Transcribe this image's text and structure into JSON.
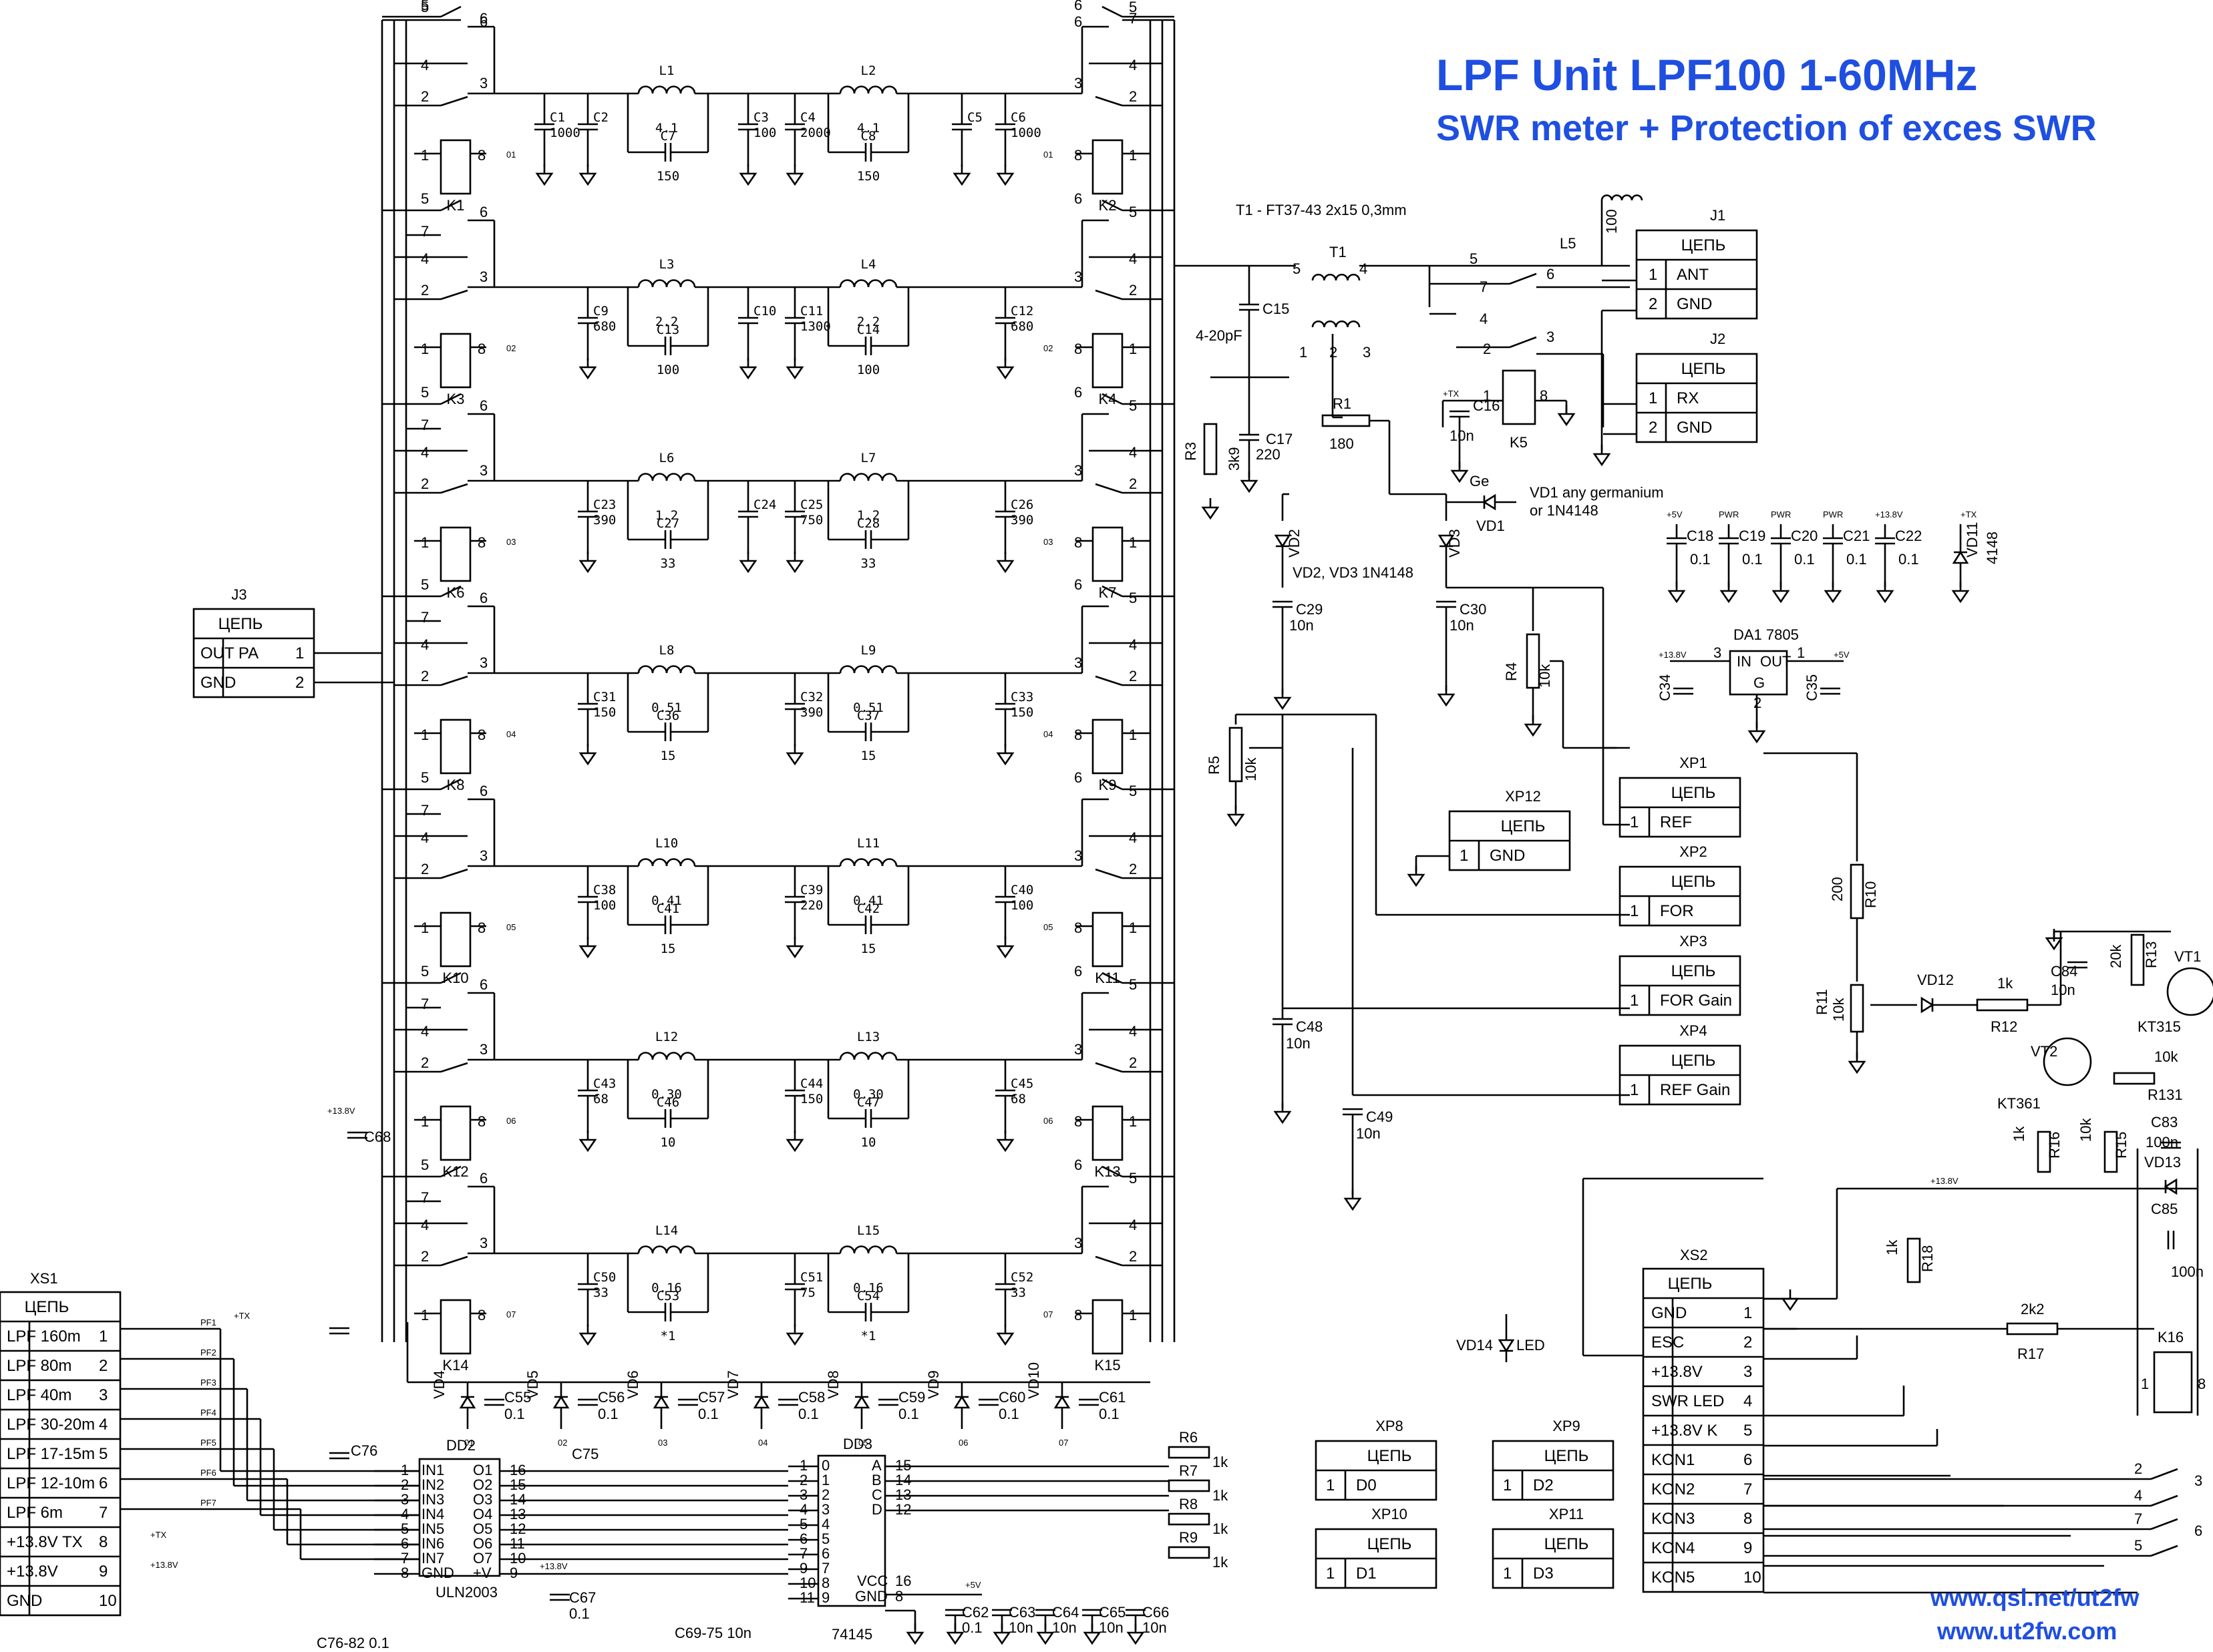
{
  "title": {
    "line1": "LPF Unit  LPF100 1-60MHz",
    "line2": "SWR meter + Protection of exces SWR",
    "url1": "www.qsl.net/ut2fw",
    "url2": "www.ut2fw.com",
    "color": "#1f4fe0"
  },
  "transformer": {
    "note": "T1 - FT37-43 2x15 0,3mm",
    "ref": "T1",
    "pins": [
      "5",
      "4",
      "1",
      "2",
      "3"
    ],
    "vd1_note1": "VD1 any germanium",
    "vd1_note2": "or 1N4148",
    "vd23_note": "VD2, VD3 1N4148",
    "ge": "Ge"
  },
  "filter_sections": [
    {
      "relays": [
        "K1",
        "K2"
      ],
      "code": "01",
      "inductors": [
        {
          "ref": "L1",
          "val": "4.1"
        },
        {
          "ref": "L2",
          "val": "4.1"
        }
      ],
      "shunt": [
        {
          "ref": "C1",
          "val": "1000"
        },
        {
          "ref": "C2",
          "val": ""
        },
        {
          "ref": "C3",
          "val": "100"
        },
        {
          "ref": "C4",
          "val": "2000"
        },
        {
          "ref": "C5",
          "val": ""
        },
        {
          "ref": "C6",
          "val": "1000"
        }
      ],
      "series": [
        {
          "ref": "C7",
          "val": "150"
        },
        {
          "ref": "C8",
          "val": "150"
        }
      ]
    },
    {
      "relays": [
        "K3",
        "K4"
      ],
      "code": "02",
      "inductors": [
        {
          "ref": "L3",
          "val": "2.2"
        },
        {
          "ref": "L4",
          "val": "2.2"
        }
      ],
      "shunt": [
        {
          "ref": "C9",
          "val": "680"
        },
        {
          "ref": "C10",
          "val": ""
        },
        {
          "ref": "C11",
          "val": "1300"
        },
        {
          "ref": "C12",
          "val": "680"
        }
      ],
      "series": [
        {
          "ref": "C13",
          "val": "100"
        },
        {
          "ref": "C14",
          "val": "100"
        }
      ]
    },
    {
      "relays": [
        "K6",
        "K7"
      ],
      "code": "03",
      "inductors": [
        {
          "ref": "L6",
          "val": "1.2"
        },
        {
          "ref": "L7",
          "val": "1.2"
        }
      ],
      "shunt": [
        {
          "ref": "C23",
          "val": "390"
        },
        {
          "ref": "C24",
          "val": ""
        },
        {
          "ref": "C25",
          "val": "750"
        },
        {
          "ref": "C26",
          "val": "390"
        }
      ],
      "series": [
        {
          "ref": "C27",
          "val": "33"
        },
        {
          "ref": "C28",
          "val": "33"
        }
      ]
    },
    {
      "relays": [
        "K8",
        "K9"
      ],
      "code": "04",
      "inductors": [
        {
          "ref": "L8",
          "val": "0.51"
        },
        {
          "ref": "L9",
          "val": "0.51"
        }
      ],
      "shunt": [
        {
          "ref": "C31",
          "val": "150"
        },
        {
          "ref": "C32",
          "val": "390"
        },
        {
          "ref": "C33",
          "val": "150"
        }
      ],
      "series": [
        {
          "ref": "C36",
          "val": "15"
        },
        {
          "ref": "C37",
          "val": "15"
        }
      ]
    },
    {
      "relays": [
        "K10",
        "K11"
      ],
      "code": "05",
      "inductors": [
        {
          "ref": "L10",
          "val": "0.41"
        },
        {
          "ref": "L11",
          "val": "0.41"
        }
      ],
      "shunt": [
        {
          "ref": "C38",
          "val": "100"
        },
        {
          "ref": "C39",
          "val": "220"
        },
        {
          "ref": "C40",
          "val": "100"
        }
      ],
      "series": [
        {
          "ref": "C41",
          "val": "15"
        },
        {
          "ref": "C42",
          "val": "15"
        }
      ]
    },
    {
      "relays": [
        "K12",
        "K13"
      ],
      "code": "06",
      "inductors": [
        {
          "ref": "L12",
          "val": "0.30"
        },
        {
          "ref": "L13",
          "val": "0.30"
        }
      ],
      "shunt": [
        {
          "ref": "C43",
          "val": "68"
        },
        {
          "ref": "C44",
          "val": "150"
        },
        {
          "ref": "C45",
          "val": "68"
        }
      ],
      "series": [
        {
          "ref": "C46",
          "val": "10"
        },
        {
          "ref": "C47",
          "val": "10"
        }
      ]
    },
    {
      "relays": [
        "K14",
        "K15"
      ],
      "code": "07",
      "inductors": [
        {
          "ref": "L14",
          "val": "0.16"
        },
        {
          "ref": "L15",
          "val": "0.16"
        }
      ],
      "shunt": [
        {
          "ref": "C50",
          "val": "33"
        },
        {
          "ref": "C51",
          "val": "75"
        },
        {
          "ref": "C52",
          "val": "33"
        }
      ],
      "series": [
        {
          "ref": "C53",
          "val": "*1"
        },
        {
          "ref": "C54",
          "val": "*1"
        }
      ]
    }
  ],
  "relay_pins": {
    "p5": "5",
    "p6": "6",
    "p4": "4",
    "p3": "3",
    "p2": "2",
    "p7": "7",
    "p1": "1",
    "p8": "8"
  },
  "connectors": {
    "tbl_header": "ЦЕПЬ",
    "J1": {
      "name": "J1",
      "rows": [
        {
          "n": "1",
          "s": "ANT"
        },
        {
          "n": "2",
          "s": "GND"
        }
      ]
    },
    "J2": {
      "name": "J2",
      "rows": [
        {
          "n": "1",
          "s": "RX"
        },
        {
          "n": "2",
          "s": "GND"
        }
      ]
    },
    "J3": {
      "name": "J3",
      "rows": [
        {
          "n": "1",
          "s": "OUT PA"
        },
        {
          "n": "2",
          "s": "GND"
        }
      ]
    },
    "XP1": {
      "name": "XP1",
      "rows": [
        {
          "n": "1",
          "s": "REF"
        }
      ]
    },
    "XP2": {
      "name": "XP2",
      "rows": [
        {
          "n": "1",
          "s": "FOR"
        }
      ]
    },
    "XP3": {
      "name": "XP3",
      "rows": [
        {
          "n": "1",
          "s": "FOR Gain"
        }
      ]
    },
    "XP4": {
      "name": "XP4",
      "rows": [
        {
          "n": "1",
          "s": "REF Gain"
        }
      ]
    },
    "XP12": {
      "name": "XP12",
      "rows": [
        {
          "n": "1",
          "s": "GND"
        }
      ]
    },
    "XP8": {
      "name": "XP8",
      "rows": [
        {
          "n": "1",
          "s": "D0"
        }
      ]
    },
    "XP9": {
      "name": "XP9",
      "rows": [
        {
          "n": "1",
          "s": "D2"
        }
      ]
    },
    "XP10": {
      "name": "XP10",
      "rows": [
        {
          "n": "1",
          "s": "D1"
        }
      ]
    },
    "XP11": {
      "name": "XP11",
      "rows": [
        {
          "n": "1",
          "s": "D3"
        }
      ]
    },
    "XS1": {
      "name": "XS1",
      "rows": [
        {
          "n": "1",
          "s": "LPF 160m"
        },
        {
          "n": "2",
          "s": "LPF 80m"
        },
        {
          "n": "3",
          "s": "LPF 40m"
        },
        {
          "n": "4",
          "s": "LPF 30-20m"
        },
        {
          "n": "5",
          "s": "LPF 17-15m"
        },
        {
          "n": "6",
          "s": "LPF 12-10m"
        },
        {
          "n": "7",
          "s": "LPF 6m"
        },
        {
          "n": "8",
          "s": "+13.8V TX"
        },
        {
          "n": "9",
          "s": "+13.8V"
        },
        {
          "n": "10",
          "s": "GND"
        }
      ]
    },
    "XS2": {
      "name": "XS2",
      "rows": [
        {
          "n": "1",
          "s": "GND"
        },
        {
          "n": "2",
          "s": "ESC"
        },
        {
          "n": "3",
          "s": "+13.8V"
        },
        {
          "n": "4",
          "s": "SWR LED"
        },
        {
          "n": "5",
          "s": "+13.8V K"
        },
        {
          "n": "6",
          "s": "KON1"
        },
        {
          "n": "7",
          "s": "KON2"
        },
        {
          "n": "8",
          "s": "KON3"
        },
        {
          "n": "9",
          "s": "KON4"
        },
        {
          "n": "10",
          "s": "KON5"
        }
      ]
    }
  },
  "ics": {
    "DD2": {
      "ref": "DD2",
      "part": "ULN2003",
      "in": [
        "IN1",
        "IN2",
        "IN3",
        "IN4",
        "IN5",
        "IN6",
        "IN7",
        "GND"
      ],
      "out": [
        "O1",
        "O2",
        "O3",
        "O4",
        "O5",
        "O6",
        "O7",
        "+V"
      ],
      "lpins": [
        "1",
        "2",
        "3",
        "4",
        "5",
        "6",
        "7",
        "8"
      ],
      "rpins": [
        "16",
        "15",
        "14",
        "13",
        "12",
        "11",
        "10",
        "9"
      ]
    },
    "DD3": {
      "ref": "DD3",
      "part": "74145",
      "lpins": [
        "1",
        "2",
        "3",
        "4",
        "5",
        "6",
        "7",
        "9",
        "10",
        "11"
      ],
      "lnames": [
        "0",
        "1",
        "2",
        "3",
        "4",
        "5",
        "6",
        "7",
        "8",
        "9"
      ],
      "rpins": [
        "15",
        "14",
        "13",
        "12"
      ],
      "rnames": [
        "A",
        "B",
        "C",
        "D"
      ],
      "vcc": "VCC",
      "gnd": "GND",
      "vccpin": "16",
      "gndpin": "8"
    },
    "DA1": {
      "ref": "DA1",
      "part": "7805",
      "in": "IN",
      "out": "OUT",
      "g": "G",
      "p3": "3",
      "p1": "1",
      "p2": "2",
      "vin": "+13.8V",
      "vout": "+5V"
    }
  },
  "misc": {
    "pf": [
      "PF1",
      "PF2",
      "PF3",
      "PF4",
      "PF5",
      "PF6",
      "PF7"
    ],
    "plus_tx": "+TX",
    "plus138": "+13.8V",
    "plus5": "+5V",
    "pwr": "PWR",
    "c76_82": "C76-82 0.1",
    "c69_75": "C69-75 10n",
    "outs": [
      "01",
      "02",
      "03",
      "04",
      "05",
      "06",
      "07"
    ]
  },
  "swr": {
    "C15": "C15",
    "C15v": "4-20pF",
    "C16": "C16",
    "C16v": "10n",
    "C17": "C17",
    "C17v": "220",
    "R1": "R1",
    "R1v": "180",
    "R3": "R3",
    "R3v": "3k9",
    "L5": "L5",
    "L5v": "100",
    "K5": "K5",
    "VD1": "VD1",
    "VD2": "VD2",
    "VD3": "VD3",
    "C29": "C29",
    "C30": "C30",
    "C48": "C48",
    "C49": "C49",
    "n10": "10n",
    "R4": "R4",
    "R5": "R5",
    "k10": "10k",
    "R10": "R10",
    "R10v": "200",
    "R11": "R11",
    "R12": "R12",
    "R12v": "1k",
    "VD12": "VD12",
    "C84": "C84",
    "C84v": "10n",
    "R13": "R13",
    "R13v": "20k",
    "VT1": "VT1",
    "VT1p": "KT315",
    "VT2": "VT2",
    "VT2p": "KT361",
    "R131": "R131",
    "R131v": "10k",
    "R16": "R16",
    "R16v": "1k",
    "R15": "R15",
    "R15v": "10k",
    "C83": "C83",
    "C83v": "100n",
    "VD13": "VD13",
    "C85": "C85",
    "C85v": "100n",
    "R18": "R18",
    "R18v": "1k",
    "R17": "R17",
    "R17v": "2k2",
    "K16": "K16",
    "VD14": "VD14",
    "LED": "LED",
    "VD11": "VD11",
    "VD11v": "4148",
    "decoup": [
      {
        "ref": "C18",
        "v": "0.1",
        "net": "+5V"
      },
      {
        "ref": "C19",
        "v": "0.1",
        "net": "PWR"
      },
      {
        "ref": "C20",
        "v": "0.1",
        "net": "PWR"
      },
      {
        "ref": "C21",
        "v": "0.1",
        "net": "PWR"
      },
      {
        "ref": "C22",
        "v": "0.1",
        "net": "+13.8V"
      }
    ],
    "C34": "C34",
    "C35": "C35",
    "C68": "C68",
    "R6": "R6",
    "R7": "R7",
    "R8": "R8",
    "R9": "R9",
    "r1k": "1k",
    "C62": "C62",
    "C63": "C63",
    "C64": "C64",
    "C65": "C65",
    "C66": "C66",
    "C67": "C67",
    "v01": "0.1",
    "diodes": [
      "VD4",
      "VD5",
      "VD6",
      "VD7",
      "VD8",
      "VD9",
      "VD10"
    ],
    "dcaps": [
      "C55",
      "C56",
      "C57",
      "C58",
      "C59",
      "C60",
      "C61"
    ]
  }
}
